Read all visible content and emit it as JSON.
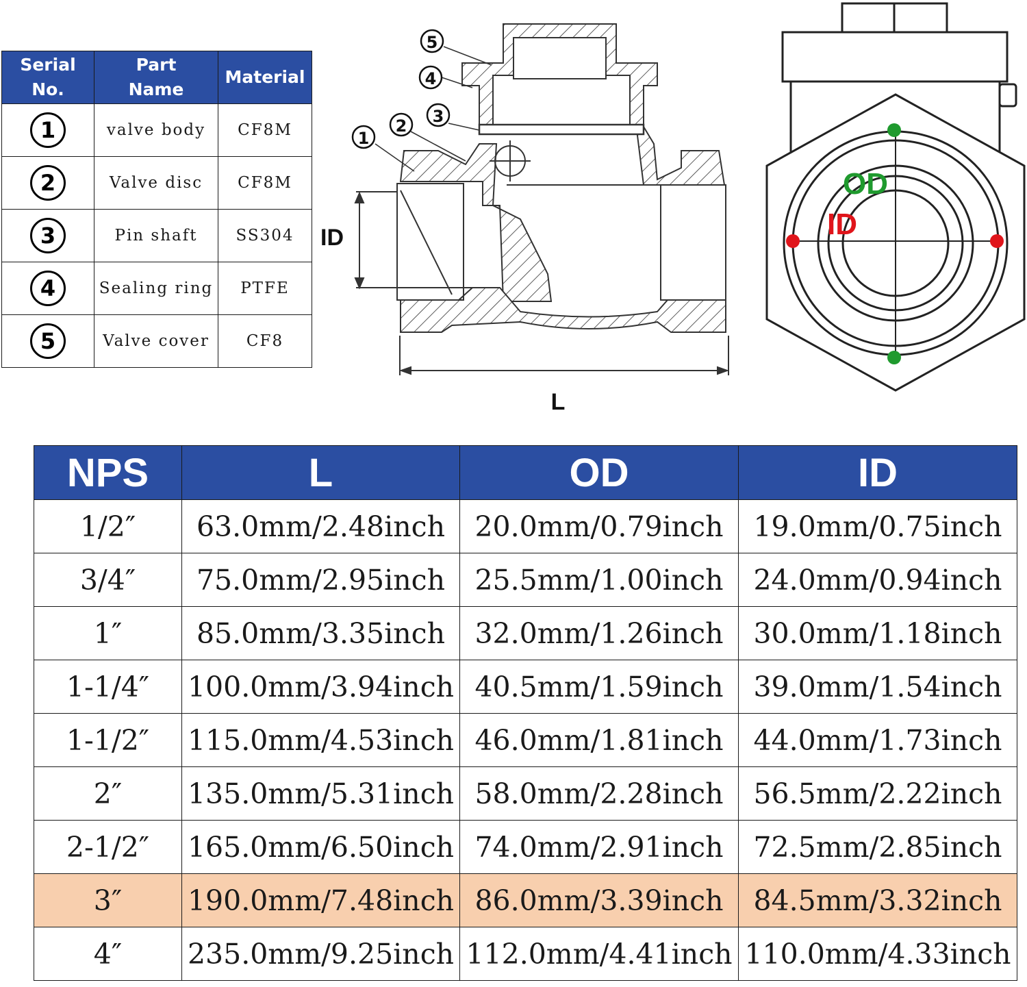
{
  "parts_table": {
    "headers": [
      "Serial\nNo.",
      "Part\nName",
      "Material"
    ],
    "header_lines": {
      "serial": [
        "Serial",
        "No."
      ],
      "part": [
        "Part",
        "Name"
      ],
      "material": "Material"
    },
    "rows": [
      {
        "no": "1",
        "name": "valve body",
        "material": "CF8M"
      },
      {
        "no": "2",
        "name": "Valve disc",
        "material": "CF8M"
      },
      {
        "no": "3",
        "name": "Pin shaft",
        "material": "SS304"
      },
      {
        "no": "4",
        "name": "Sealing ring",
        "material": "PTFE"
      },
      {
        "no": "5",
        "name": "Valve cover",
        "material": "CF8"
      }
    ]
  },
  "section_drawing": {
    "callouts": [
      "1",
      "2",
      "3",
      "4",
      "5"
    ],
    "dim_id": "ID",
    "dim_l": "L"
  },
  "front_view": {
    "label_od": "OD",
    "label_id": "ID",
    "od_color": "#1f9a2e",
    "id_color": "#e0151b"
  },
  "size_table": {
    "headers": [
      "NPS",
      "L",
      "OD",
      "ID"
    ],
    "rows": [
      {
        "nps": "1/2″",
        "l": "63.0mm/2.48inch",
        "od": "20.0mm/0.79inch",
        "id": "19.0mm/0.75inch"
      },
      {
        "nps": "3/4″",
        "l": "75.0mm/2.95inch",
        "od": "25.5mm/1.00inch",
        "id": "24.0mm/0.94inch"
      },
      {
        "nps": "1″",
        "l": "85.0mm/3.35inch",
        "od": "32.0mm/1.26inch",
        "id": "30.0mm/1.18inch"
      },
      {
        "nps": "1-1/4″",
        "l": "100.0mm/3.94inch",
        "od": "40.5mm/1.59inch",
        "id": "39.0mm/1.54inch"
      },
      {
        "nps": "1-1/2″",
        "l": "115.0mm/4.53inch",
        "od": "46.0mm/1.81inch",
        "id": "44.0mm/1.73inch"
      },
      {
        "nps": "2″",
        "l": "135.0mm/5.31inch",
        "od": "58.0mm/2.28inch",
        "id": "56.5mm/2.22inch"
      },
      {
        "nps": "2-1/2″",
        "l": "165.0mm/6.50inch",
        "od": "74.0mm/2.91inch",
        "id": "72.5mm/2.85inch"
      },
      {
        "nps": "3″",
        "l": "190.0mm/7.48inch",
        "od": "86.0mm/3.39inch",
        "id": "84.5mm/3.32inch"
      },
      {
        "nps": "4″",
        "l": "235.0mm/9.25inch",
        "od": "112.0mm/4.41inch",
        "id": "110.0mm/4.33inch"
      }
    ],
    "highlight_row_nps": "3″",
    "header_color": "#2b4ea2",
    "highlight_color": "#f8cfae"
  }
}
